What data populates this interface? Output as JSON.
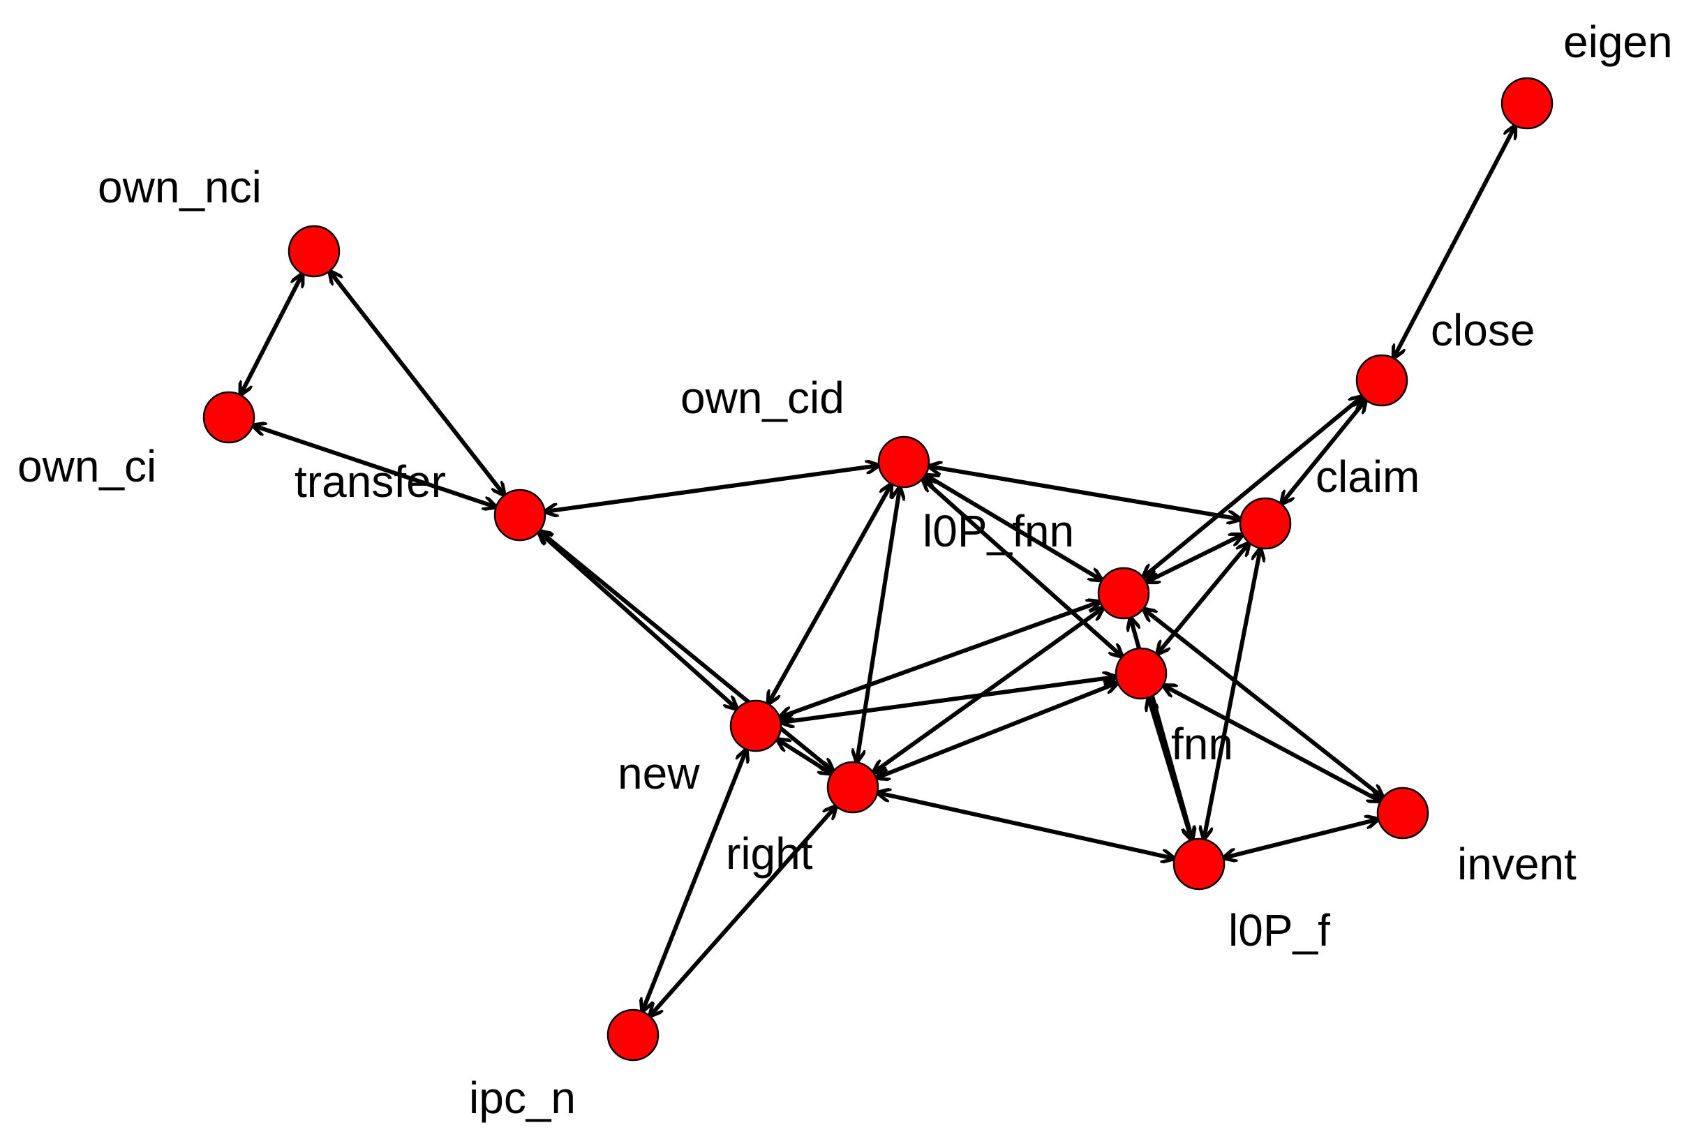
{
  "graph": {
    "node_color": "#ff0000",
    "edge_color": "#000000",
    "nodes": [
      {
        "id": "eigen",
        "label": "eigen"
      },
      {
        "id": "close",
        "label": "close"
      },
      {
        "id": "claim",
        "label": "claim"
      },
      {
        "id": "own_nci",
        "label": "own_nci"
      },
      {
        "id": "own_ci",
        "label": "own_ci"
      },
      {
        "id": "transfer",
        "label": "transfer"
      },
      {
        "id": "own_cid",
        "label": "own_cid"
      },
      {
        "id": "l0P_fnn",
        "label": "l0P_fnn"
      },
      {
        "id": "fnn",
        "label": "fnn"
      },
      {
        "id": "new",
        "label": "new"
      },
      {
        "id": "right",
        "label": "right"
      },
      {
        "id": "invent",
        "label": "invent"
      },
      {
        "id": "l0P_f",
        "label": "l0P_f"
      },
      {
        "id": "ipc_n",
        "label": "ipc_n"
      }
    ],
    "edges": [
      {
        "source": "eigen",
        "target": "close",
        "bidirectional": true
      },
      {
        "source": "close",
        "target": "claim",
        "bidirectional": true
      },
      {
        "source": "close",
        "target": "l0P_fnn",
        "bidirectional": true
      },
      {
        "source": "own_nci",
        "target": "own_ci",
        "bidirectional": true
      },
      {
        "source": "own_nci",
        "target": "transfer",
        "bidirectional": true
      },
      {
        "source": "own_ci",
        "target": "transfer",
        "bidirectional": true
      },
      {
        "source": "transfer",
        "target": "own_cid",
        "bidirectional": true
      },
      {
        "source": "transfer",
        "target": "new",
        "bidirectional": true
      },
      {
        "source": "transfer",
        "target": "right",
        "bidirectional": true
      },
      {
        "source": "own_cid",
        "target": "new",
        "bidirectional": true
      },
      {
        "source": "own_cid",
        "target": "right",
        "bidirectional": true
      },
      {
        "source": "own_cid",
        "target": "l0P_fnn",
        "bidirectional": true
      },
      {
        "source": "own_cid",
        "target": "fnn",
        "bidirectional": true
      },
      {
        "source": "own_cid",
        "target": "claim",
        "bidirectional": true
      },
      {
        "source": "claim",
        "target": "l0P_fnn",
        "bidirectional": true
      },
      {
        "source": "claim",
        "target": "fnn",
        "bidirectional": true
      },
      {
        "source": "claim",
        "target": "l0P_f",
        "bidirectional": true
      },
      {
        "source": "l0P_fnn",
        "target": "new",
        "bidirectional": true
      },
      {
        "source": "l0P_fnn",
        "target": "right",
        "bidirectional": true
      },
      {
        "source": "l0P_fnn",
        "target": "l0P_f",
        "bidirectional": true
      },
      {
        "source": "l0P_fnn",
        "target": "invent",
        "bidirectional": true
      },
      {
        "source": "fnn",
        "target": "new",
        "bidirectional": true
      },
      {
        "source": "fnn",
        "target": "right",
        "bidirectional": true
      },
      {
        "source": "fnn",
        "target": "l0P_f",
        "bidirectional": true
      },
      {
        "source": "fnn",
        "target": "invent",
        "bidirectional": true
      },
      {
        "source": "new",
        "target": "right",
        "bidirectional": true
      },
      {
        "source": "new",
        "target": "ipc_n",
        "bidirectional": true
      },
      {
        "source": "right",
        "target": "ipc_n",
        "bidirectional": true
      },
      {
        "source": "right",
        "target": "l0P_f",
        "bidirectional": true
      },
      {
        "source": "invent",
        "target": "l0P_f",
        "bidirectional": true
      }
    ]
  }
}
